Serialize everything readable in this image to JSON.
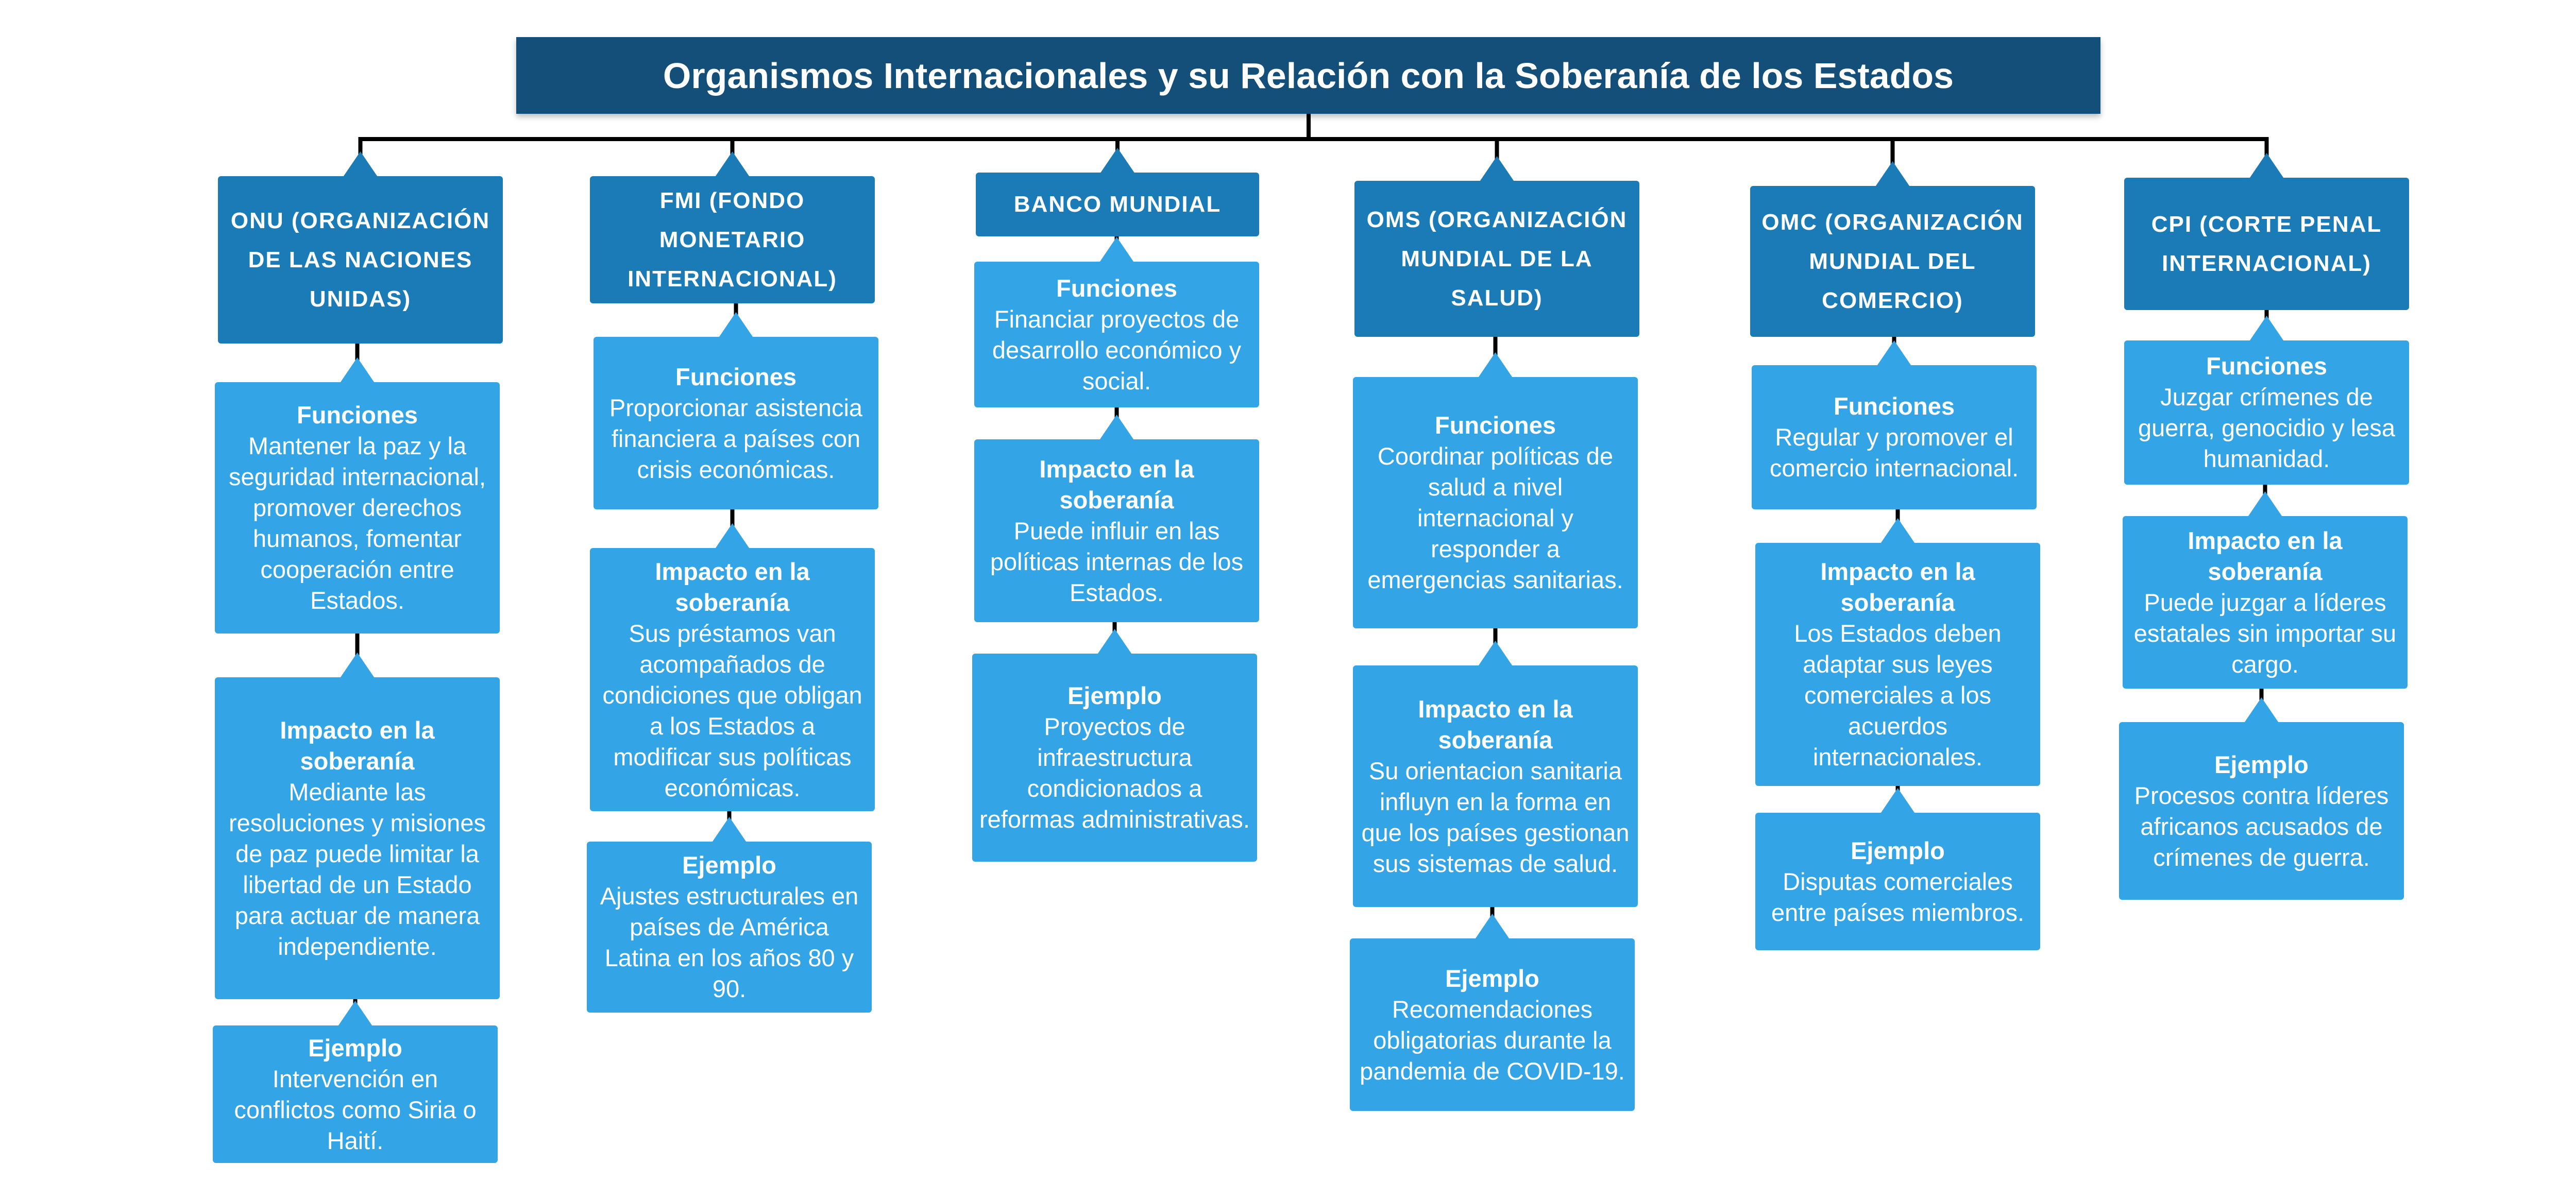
{
  "title": "Organismos Internacionales y su Relación con la Soberanía de los Estados",
  "colors": {
    "title_bg": "#134f78",
    "header_bg": "#1a7bb6",
    "box_bg": "#33a5e6",
    "connector": "#000000"
  },
  "organizations": [
    {
      "name": "ONU\n(ORGANIZACIÓN DE LAS NACIONES UNIDAS)",
      "functions": {
        "title": "Funciones",
        "text": "Mantener la paz y la seguridad internacional, promover derechos humanos, fomentar cooperación entre Estados."
      },
      "impact": {
        "title": "Impacto en la soberanía",
        "text": "Mediante las resoluciones y misiones de paz puede limitar la libertad de un Estado para actuar de manera independiente."
      },
      "example": {
        "title": "Ejemplo",
        "text": "Intervención en conflictos como Siria o Haití."
      }
    },
    {
      "name": "FMI\n(FONDO MONETARIO INTERNACIONAL)",
      "functions": {
        "title": "Funciones",
        "text": "Proporcionar asistencia financiera a países con crisis económicas."
      },
      "impact": {
        "title": "Impacto en la soberanía",
        "text": "Sus préstamos van acompañados de condiciones que obligan a los Estados a modificar sus políticas económicas."
      },
      "example": {
        "title": "Ejemplo",
        "text": "Ajustes estructurales en países de América Latina en los años 80 y 90."
      }
    },
    {
      "name": "BANCO MUNDIAL",
      "functions": {
        "title": "Funciones",
        "text": "Financiar proyectos de desarrollo económico y social."
      },
      "impact": {
        "title": "Impacto en la soberanía",
        "text": "Puede influir en las políticas internas de los Estados."
      },
      "example": {
        "title": "Ejemplo",
        "text": "Proyectos de infraestructura condicionados a reformas administrativas."
      }
    },
    {
      "name": "OMS\n(ORGANIZACIÓN MUNDIAL DE LA SALUD)",
      "functions": {
        "title": "Funciones",
        "text": "Coordinar políticas de salud a nivel internacional y responder a emergencias sanitarias."
      },
      "impact": {
        "title": "Impacto en la soberanía",
        "text": "Su orientacion sanitaria influyn en la forma en que los países gestionan sus sistemas de salud."
      },
      "example": {
        "title": "Ejemplo",
        "text": "Recomendaciones obligatorias durante la pandemia de COVID-19."
      }
    },
    {
      "name": "OMC\n(ORGANIZACIÓN MUNDIAL DEL COMERCIO)",
      "functions": {
        "title": "Funciones",
        "text": "Regular y promover el comercio internacional."
      },
      "impact": {
        "title": "Impacto en la soberanía",
        "text": "Los Estados deben adaptar sus leyes comerciales a los acuerdos internacionales."
      },
      "example": {
        "title": "Ejemplo",
        "text": "Disputas comerciales entre países miembros."
      }
    },
    {
      "name": "CPI\n(CORTE PENAL INTERNACIONAL)",
      "functions": {
        "title": "Funciones",
        "text": "Juzgar crímenes de guerra, genocidio y lesa humanidad."
      },
      "impact": {
        "title": "Impacto en la soberanía",
        "text": "Puede juzgar a líderes estatales sin importar su cargo."
      },
      "example": {
        "title": "Ejemplo",
        "text": "Procesos contra líderes africanos acusados de crímenes de guerra."
      }
    }
  ]
}
